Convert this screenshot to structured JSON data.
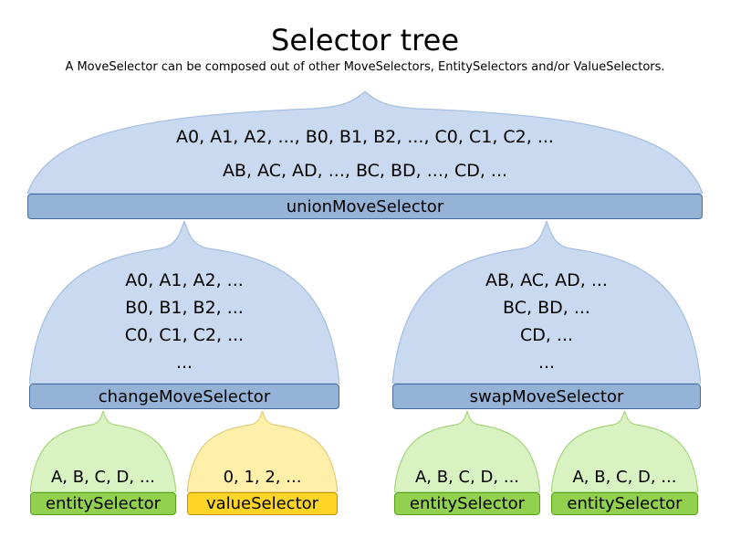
{
  "title": "Selector tree",
  "subtitle": "A MoveSelector can be composed out of other MoveSelectors, EntitySelectors and/or ValueSelectors.",
  "colors": {
    "blue_arch_fill": "#c9daf0",
    "blue_arch_border": "#a3bedf",
    "blue_bar_fill": "#95b3d7",
    "blue_bar_border": "#46699b",
    "green_arch_fill": "#d9f2c2",
    "green_arch_border": "#a4d678",
    "green_bar_fill": "#92d050",
    "green_bar_border": "#55a016",
    "yellow_arch_fill": "#ffefa8",
    "yellow_arch_border": "#e2cb7a",
    "yellow_bar_fill": "#ffd525",
    "yellow_bar_border": "#bf9000"
  },
  "nodes": {
    "union": {
      "label": "unionMoveSelector",
      "lines": [
        "A0, A1, A2, ..., B0, B1, B2, ..., C0, C1, C2, ...",
        "AB, AC, AD, ..., BC, BD, ..., CD, ..."
      ]
    },
    "change": {
      "label": "changeMoveSelector",
      "lines": [
        "A0, A1, A2, ...",
        "B0, B1, B2, ...",
        "C0, C1, C2, ...",
        "..."
      ]
    },
    "swap": {
      "label": "swapMoveSelector",
      "lines": [
        "AB, AC, AD, ...",
        "BC, BD, ...",
        "CD, ...",
        "..."
      ]
    },
    "entity1": {
      "label": "entitySelector",
      "lines": [
        "A, B, C, D, ..."
      ]
    },
    "value1": {
      "label": "valueSelector",
      "lines": [
        "0, 1, 2, ..."
      ]
    },
    "entity2": {
      "label": "entitySelector",
      "lines": [
        "A, B, C, D, ..."
      ]
    },
    "entity3": {
      "label": "entitySelector",
      "lines": [
        "A, B, C, D, ..."
      ]
    }
  }
}
